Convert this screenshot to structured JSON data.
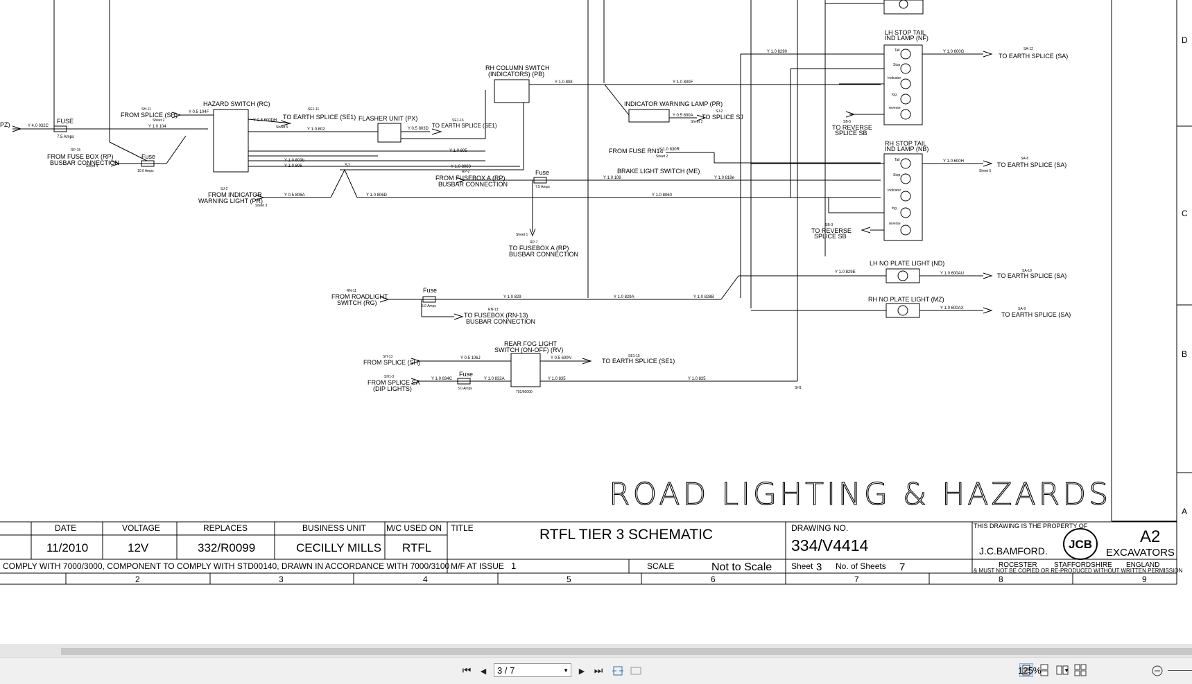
{
  "diagram": {
    "title": "ROAD LIGHTING & HAZARDS",
    "labels": {
      "pz": "PZ)",
      "fuse_main": "FUSE",
      "fuse_main_rating": "7.5 Amps",
      "wire_main": "Y 4.0 032C",
      "from_fuse_box_1": "FROM FUSE BOX (RP)",
      "from_fuse_box_2": "BUSBAR CONNECTION",
      "rp15": "RP-15",
      "fuse2": "Fuse",
      "fuse2_rating": "10.0 Amps",
      "sheet4": "Sheet 4",
      "from_splice_sh": "FROM SPLICE (SH)",
      "sh11": "SH-11",
      "sheet2a": "Sheet 2",
      "hazard_switch": "HAZARD SWITCH (RC)",
      "to_earth_se1_a": "TO EARTH SPLICE (SE1)",
      "se1_11": "SE1-11",
      "sheet5a": "Sheet 5",
      "flasher": "FLASHER UNIT (PX)",
      "to_earth_se1_b": "TO EARTH SPLICE (SE1)",
      "se1_b": "SE1-16",
      "rh_column_1": "RH COLUMN SWITCH",
      "rh_column_2": "(INDICATORS) (PB)",
      "indicator_warning": "INDICATOR WARNING LAMP (PR)",
      "to_splice_sj": "TO SPLICE SJ",
      "sj2": "SJ-2",
      "sheet3a": "Sheet 3",
      "sj": "SJ",
      "from_indicator_0": "SJ-2",
      "from_indicator_1": "FROM INDICATOR",
      "from_indicator_2": "WARNING LIGHT (PR)",
      "sheet3b": "Sheet 3",
      "from_fuse_rn14": "FROM FUSE RN14",
      "rn_sheet2": "Sheet 2",
      "brake_switch": "BRAKE LIGHT SWITCH (ME)",
      "from_fusebox_a_0": "RP-2",
      "from_fusebox_a_1": "FROM FUSEBOX A (RP)",
      "from_fusebox_a_2": "BUSBAR CONNECTION",
      "fuse3": "Fuse",
      "fuse3_rating": "7.5 Amps",
      "sheet1a": "Sheet 1",
      "rp7": "RP-7",
      "to_fusebox_a_1": "TO FUSEBOX A (RP)",
      "to_fusebox_a_2": "BUSBAR CONNECTION",
      "lh_stop_1": "LH STOP TAIL",
      "lh_stop_2": "IND LAMP (NF)",
      "rh_stop_1": "RH STOP TAIL",
      "rh_stop_2": "IND LAMP (NB)",
      "tail": "Tail",
      "stop": "Stop",
      "indicator": "Indicator",
      "fog": "fog",
      "reverse": "reverse",
      "to_earth_sa_1": "TO EARTH SPLICE (SA)",
      "to_earth_sa_2": "TO EARTH SPLICE (SA)",
      "to_earth_sa_3": "TO EARTH SPLICE (SA)",
      "to_earth_sa_4": "TO EARTH SPLICE (SA)",
      "sa12": "SA-12",
      "sa8": "SA-8",
      "sa10": "SA-10",
      "sa9": "SA-9",
      "sheet5b": "Sheet 5",
      "to_reverse_sb_1a": "TO REVERSE",
      "to_reverse_sb_1b": "SPLICE SB",
      "to_reverse_sb_2a": "TO REVERSE",
      "to_reverse_sb_2b": "SPLICE SB",
      "sb5": "SB-5",
      "sb3": "SB-3",
      "lh_no_plate": "LH NO PLATE LIGHT (ND)",
      "rh_no_plate": "RH NO PLATE LIGHT (MZ)",
      "from_roadlight_0": "RN-11",
      "from_roadlight_1": "FROM ROADLIGHT",
      "from_roadlight_2": "SWITCH (RG)",
      "fuse4": "Fuse",
      "fuse4_rating": "5.0 Amps",
      "to_fusebox_rn13_0": "RN-13",
      "to_fusebox_rn13_1": "TO FUSEBOX (RN-13)",
      "to_fusebox_rn13_2": "BUSBAR CONNECTION",
      "rear_fog_1": "REAR FOG LIGHT",
      "rear_fog_2": "SWITCH (ON-OFF) (RV)",
      "from_splice_sh2": "FROM SPLICE (SH)",
      "sh13": "SH-13",
      "from_splice_sa_0": "SH1-3",
      "from_splice_sa_1": "FROM SPLICE SA",
      "from_splice_sa_2": "(DIP LIGHTS)",
      "fuse5": "Fuse",
      "fuse5_rating": "3.0 Amps",
      "to_earth_se1_c": "TO EARTH SPLICE (SE1)",
      "se1_15": "SE1-15",
      "part_no": "701/60000",
      "sh1": "SH1",
      "zone_d": "D",
      "zone_c": "C",
      "zone_b": "B",
      "zone_a": "A"
    },
    "wires": {
      "w104f": "Y 0.5 104F",
      "w600h": "Y 0.5 600DH",
      "w104": "Y 1.0 104",
      "w802": "Y 1.0 802",
      "w803b": "Y 1.0 803b",
      "w806": "Y 1.0 806",
      "w805": "Y 1.0 805",
      "w803d": "Y 0.5 803D",
      "w808": "Y 1.0 808",
      "w8069": "Y 1.0 8069",
      "w800f": "Y 1.0 800F",
      "w800a": "Y 0.5 800A",
      "w806a": "Y 0.5 806A",
      "w806d": "Y 1.0 806D",
      "w806o": "Y 1.0 8060",
      "w830r": "Y 1.0 830R",
      "w108": "Y 1.0 108",
      "w818e": "Y 1.0 818e",
      "w829": "Y 1.0 829",
      "w829a": "Y 1.0 829A",
      "w828b": "Y 1.0 828B",
      "w106j": "Y 0.5 106J",
      "w600n": "Y 0.5 600N",
      "w834c": "Y 1.0 834C",
      "w832a": "Y 1.0 832A",
      "w835": "Y 1.0 835",
      "w600g": "Y 1.0 600G",
      "w600h2": "Y 1.0 600H",
      "w600au": "Y 1.0 600AU",
      "w600ax": "Y 1.0 600AX",
      "w829e": "Y 1.0 829E",
      "w8290": "Y 1.0 8290"
    },
    "title_block": {
      "col_date": "DATE",
      "col_voltage": "VOLTAGE",
      "col_replaces": "REPLACES",
      "col_business": "BUSINESS UNIT",
      "col_mc": "M/C USED ON",
      "col_title": "TITLE",
      "val_date": "11/2010",
      "val_voltage": "12V",
      "val_replaces": "332/R0099",
      "val_business": "CECILLY MILLS",
      "val_mc": "RTFL",
      "val_title": "RTFL TIER 3 SCHEMATIC",
      "drawing_no_label": "DRAWING NO.",
      "drawing_no": "334/V4414",
      "property": "THIS DRAWING IS THE PROPERTY OF",
      "company": "J.C.BAMFORD.",
      "jcb": "JCB",
      "size": "A2",
      "product": "EXCAVATORS",
      "town": "ROCESTER",
      "county": "STAFFORDSHIRE",
      "country": "ENGLAND",
      "copy_warning": "& MUST NOT BE COPIED OR RE-PRODUCED WITHOUT WRITTEN PERMISSION",
      "comply": "COMPLY WITH 7000/3000, COMPONENT TO COMPLY WITH STD00140, DRAWN IN ACCORDANCE WITH 7000/3100",
      "mf_label": "M/F AT ISSUE",
      "mf_val": "1",
      "scale_label": "SCALE",
      "scale_val": "Not to Scale",
      "sheet_label": "Sheet",
      "sheet_val": "3",
      "nsheets_label": "No. of Sheets",
      "nsheets_val": "7",
      "cols": [
        "2",
        "3",
        "4",
        "5",
        "6",
        "7",
        "8",
        "9"
      ]
    }
  },
  "toolbar": {
    "first_page": "⏮",
    "prev_page": "◀",
    "page_value": "3 / 7",
    "next_page": "▶",
    "last_page": "⏭",
    "zoom_value": "125%"
  }
}
